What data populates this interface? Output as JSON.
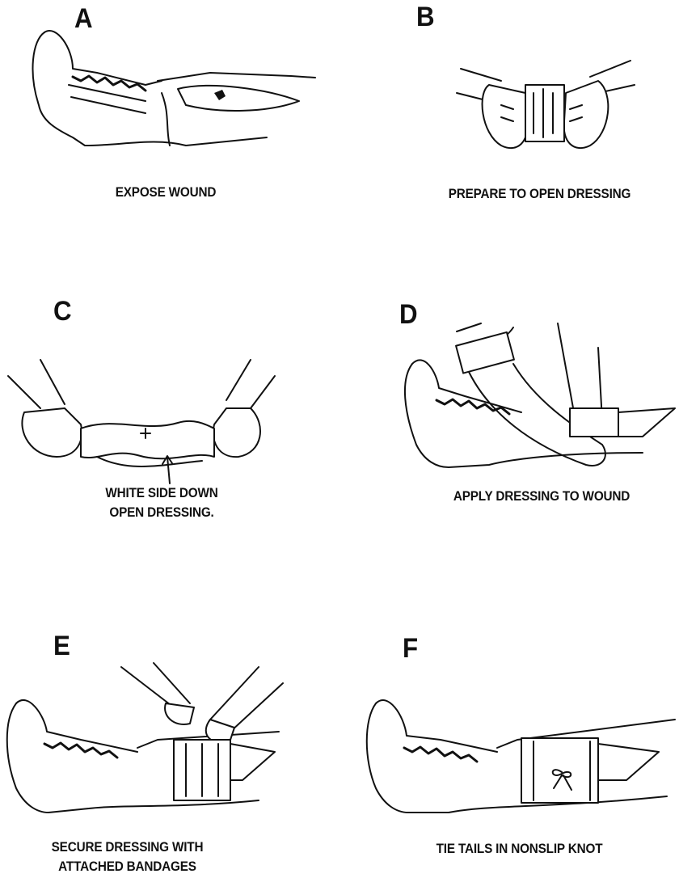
{
  "panels": [
    {
      "letter": "A",
      "caption": [
        "EXPOSE WOUND"
      ]
    },
    {
      "letter": "B",
      "caption": [
        "PREPARE TO OPEN DRESSING"
      ]
    },
    {
      "letter": "C",
      "caption": [
        "WHITE SIDE DOWN",
        "OPEN DRESSING."
      ]
    },
    {
      "letter": "D",
      "caption": [
        "APPLY DRESSING TO WOUND"
      ]
    },
    {
      "letter": "E",
      "caption": [
        "SECURE DRESSING WITH",
        "ATTACHED BANDAGES"
      ]
    },
    {
      "letter": "F",
      "caption": [
        "TIE TAILS IN NONSLIP KNOT"
      ]
    }
  ]
}
